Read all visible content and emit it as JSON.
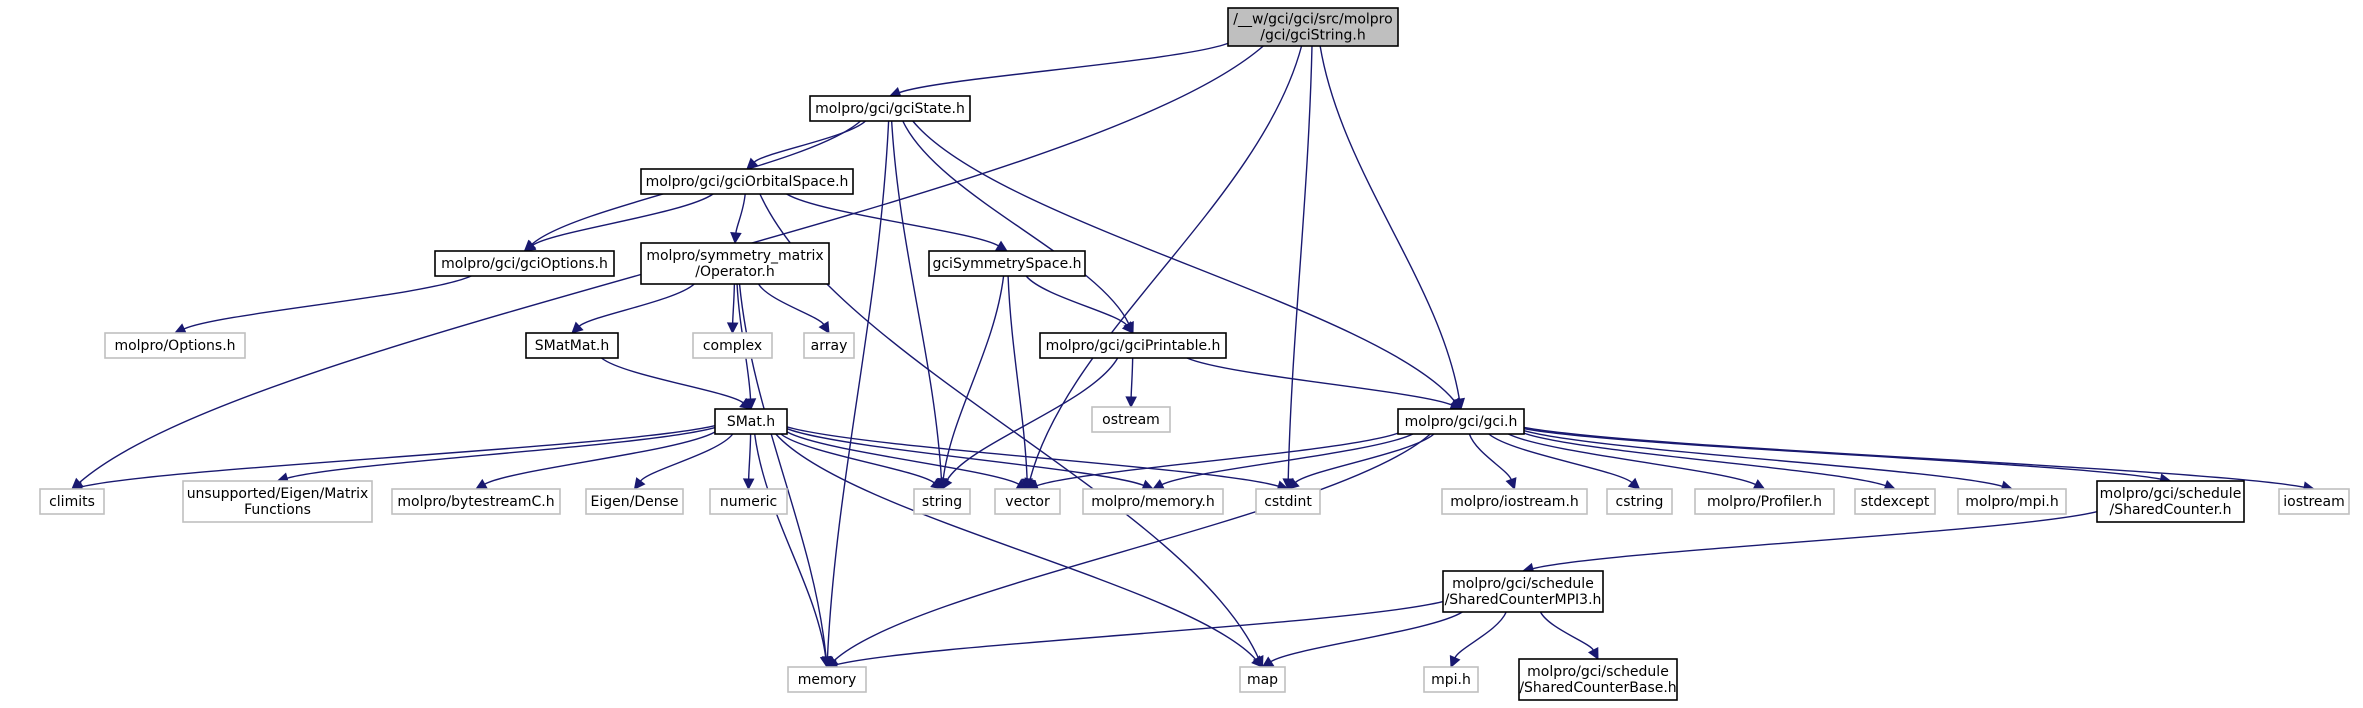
{
  "colors": {
    "edge": "#191970",
    "node_border": "#000000",
    "external_border": "#bfbfbf",
    "root_fill": "#bfbfbf"
  },
  "nodes": [
    {
      "id": "root",
      "lines": [
        "/__w/gci/gci/src/molpro",
        "/gci/gciString.h"
      ],
      "kind": "root"
    },
    {
      "id": "gciState",
      "lines": [
        "molpro/gci/gciState.h"
      ],
      "kind": "local"
    },
    {
      "id": "gciOrbitalSpace",
      "lines": [
        "molpro/gci/gciOrbitalSpace.h"
      ],
      "kind": "local"
    },
    {
      "id": "gciOptions",
      "lines": [
        "molpro/gci/gciOptions.h"
      ],
      "kind": "local"
    },
    {
      "id": "operator",
      "lines": [
        "molpro/symmetry_matrix",
        "/Operator.h"
      ],
      "kind": "local"
    },
    {
      "id": "gciSymmetrySpace",
      "lines": [
        "gciSymmetrySpace.h"
      ],
      "kind": "local"
    },
    {
      "id": "optionsH",
      "lines": [
        "molpro/Options.h"
      ],
      "kind": "external"
    },
    {
      "id": "smatmat",
      "lines": [
        "SMatMat.h"
      ],
      "kind": "local"
    },
    {
      "id": "complex",
      "lines": [
        "complex"
      ],
      "kind": "external"
    },
    {
      "id": "array",
      "lines": [
        "array"
      ],
      "kind": "external"
    },
    {
      "id": "gciPrintable",
      "lines": [
        "molpro/gci/gciPrintable.h"
      ],
      "kind": "local"
    },
    {
      "id": "smat",
      "lines": [
        "SMat.h"
      ],
      "kind": "local"
    },
    {
      "id": "ostream",
      "lines": [
        "ostream"
      ],
      "kind": "external"
    },
    {
      "id": "gci",
      "lines": [
        "molpro/gci/gci.h"
      ],
      "kind": "local"
    },
    {
      "id": "climits",
      "lines": [
        "climits"
      ],
      "kind": "external"
    },
    {
      "id": "eigenMatrixFunctions",
      "lines": [
        "unsupported/Eigen/Matrix",
        "Functions"
      ],
      "kind": "external"
    },
    {
      "id": "bytestream",
      "lines": [
        "molpro/bytestreamC.h"
      ],
      "kind": "external"
    },
    {
      "id": "eigenDense",
      "lines": [
        "Eigen/Dense"
      ],
      "kind": "external"
    },
    {
      "id": "numeric",
      "lines": [
        "numeric"
      ],
      "kind": "external"
    },
    {
      "id": "string",
      "lines": [
        "string"
      ],
      "kind": "external"
    },
    {
      "id": "vector",
      "lines": [
        "vector"
      ],
      "kind": "external"
    },
    {
      "id": "memoryH",
      "lines": [
        "molpro/memory.h"
      ],
      "kind": "external"
    },
    {
      "id": "cstdint",
      "lines": [
        "cstdint"
      ],
      "kind": "external"
    },
    {
      "id": "iostreamH",
      "lines": [
        "molpro/iostream.h"
      ],
      "kind": "external"
    },
    {
      "id": "cstring",
      "lines": [
        "cstring"
      ],
      "kind": "external"
    },
    {
      "id": "profiler",
      "lines": [
        "molpro/Profiler.h"
      ],
      "kind": "external"
    },
    {
      "id": "stdexcept",
      "lines": [
        "stdexcept"
      ],
      "kind": "external"
    },
    {
      "id": "mpiH",
      "lines": [
        "molpro/mpi.h"
      ],
      "kind": "external"
    },
    {
      "id": "sharedCounter",
      "lines": [
        "molpro/gci/schedule",
        "/SharedCounter.h"
      ],
      "kind": "local"
    },
    {
      "id": "iostream",
      "lines": [
        "iostream"
      ],
      "kind": "external"
    },
    {
      "id": "sharedCounterMPI3",
      "lines": [
        "molpro/gci/schedule",
        "/SharedCounterMPI3.h"
      ],
      "kind": "local"
    },
    {
      "id": "memory",
      "lines": [
        "memory"
      ],
      "kind": "external"
    },
    {
      "id": "map",
      "lines": [
        "map"
      ],
      "kind": "external"
    },
    {
      "id": "mpi",
      "lines": [
        "mpi.h"
      ],
      "kind": "external"
    },
    {
      "id": "sharedCounterBase",
      "lines": [
        "molpro/gci/schedule",
        "/SharedCounterBase.h"
      ],
      "kind": "local"
    }
  ],
  "edges": [
    [
      "root",
      "gciState"
    ],
    [
      "root",
      "climits"
    ],
    [
      "root",
      "vector"
    ],
    [
      "root",
      "cstdint"
    ],
    [
      "root",
      "gci"
    ],
    [
      "gciState",
      "gciOrbitalSpace"
    ],
    [
      "gciState",
      "gciOptions"
    ],
    [
      "gciState",
      "memory"
    ],
    [
      "gciState",
      "string"
    ],
    [
      "gciState",
      "gciPrintable"
    ],
    [
      "gciState",
      "gci"
    ],
    [
      "gciOrbitalSpace",
      "gciOptions"
    ],
    [
      "gciOrbitalSpace",
      "operator"
    ],
    [
      "gciOrbitalSpace",
      "gciSymmetrySpace"
    ],
    [
      "gciOrbitalSpace",
      "map"
    ],
    [
      "gciOptions",
      "optionsH"
    ],
    [
      "operator",
      "smatmat"
    ],
    [
      "operator",
      "smat"
    ],
    [
      "operator",
      "complex"
    ],
    [
      "operator",
      "array"
    ],
    [
      "operator",
      "memory"
    ],
    [
      "gciSymmetrySpace",
      "gciPrintable"
    ],
    [
      "gciSymmetrySpace",
      "string"
    ],
    [
      "gciSymmetrySpace",
      "vector"
    ],
    [
      "smatmat",
      "smat"
    ],
    [
      "gciPrintable",
      "ostream"
    ],
    [
      "gciPrintable",
      "string"
    ],
    [
      "gciPrintable",
      "gci"
    ],
    [
      "smat",
      "climits"
    ],
    [
      "smat",
      "eigenMatrixFunctions"
    ],
    [
      "smat",
      "bytestream"
    ],
    [
      "smat",
      "eigenDense"
    ],
    [
      "smat",
      "numeric"
    ],
    [
      "smat",
      "string"
    ],
    [
      "smat",
      "vector"
    ],
    [
      "smat",
      "memoryH"
    ],
    [
      "smat",
      "cstdint"
    ],
    [
      "smat",
      "memory"
    ],
    [
      "smat",
      "map"
    ],
    [
      "gci",
      "vector"
    ],
    [
      "gci",
      "memoryH"
    ],
    [
      "gci",
      "cstdint"
    ],
    [
      "gci",
      "iostreamH"
    ],
    [
      "gci",
      "cstring"
    ],
    [
      "gci",
      "profiler"
    ],
    [
      "gci",
      "stdexcept"
    ],
    [
      "gci",
      "mpiH"
    ],
    [
      "gci",
      "sharedCounter"
    ],
    [
      "gci",
      "iostream"
    ],
    [
      "gci",
      "memory"
    ],
    [
      "sharedCounter",
      "sharedCounterMPI3"
    ],
    [
      "sharedCounterMPI3",
      "memory"
    ],
    [
      "sharedCounterMPI3",
      "map"
    ],
    [
      "sharedCounterMPI3",
      "mpi"
    ],
    [
      "sharedCounterMPI3",
      "sharedCounterBase"
    ]
  ]
}
